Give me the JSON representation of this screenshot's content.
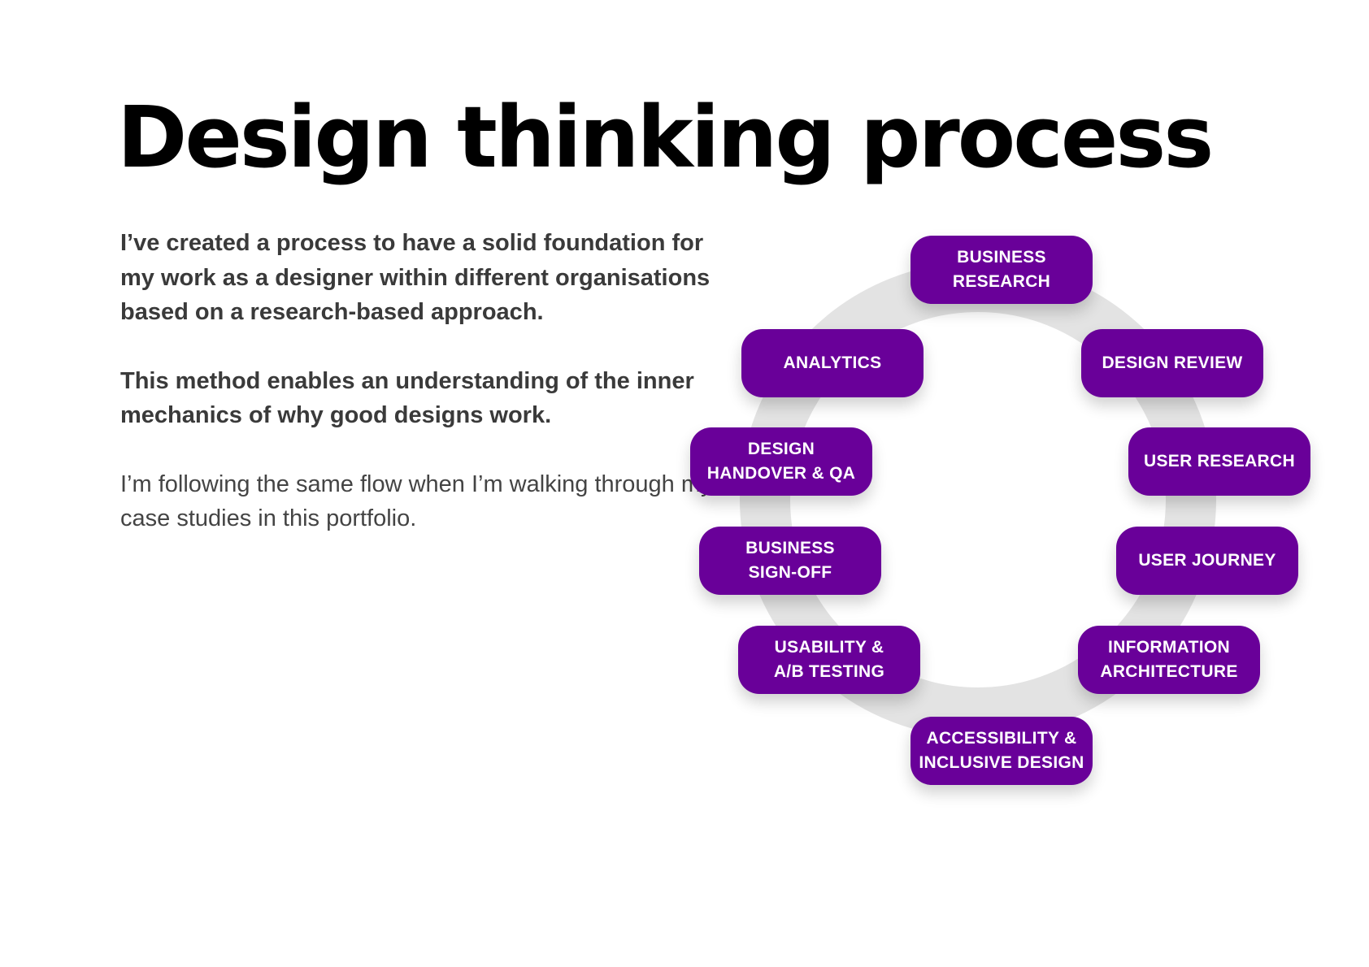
{
  "title": "Design thinking process",
  "intro": {
    "paragraph_1": "I’ve created a process to have a solid foundation for my work as a designer within different organisations based on a research-based approach.",
    "paragraph_2": "This method enables an understanding of the inner mechanics of why good designs work.",
    "paragraph_3": "I’m following the same flow when I’m walking through my case studies in this portfolio."
  },
  "cycle": {
    "accent_color": "#690099",
    "ring_color": "#e3e3e3",
    "steps": [
      "BUSINESS\nRESEARCH",
      "DESIGN REVIEW",
      "USER RESEARCH",
      "USER JOURNEY",
      "INFORMATION\nARCHITECTURE",
      "ACCESSIBILITY &\nINCLUSIVE DESIGN",
      "USABILITY &\nA/B TESTING",
      "BUSINESS\nSIGN-OFF",
      "DESIGN\nHANDOVER & QA",
      "ANALYTICS"
    ]
  }
}
